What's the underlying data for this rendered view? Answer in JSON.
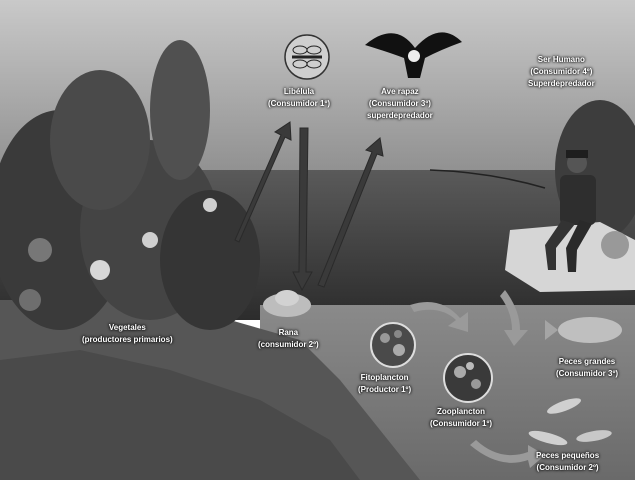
{
  "nodes": {
    "libelula": {
      "name": "Libélula",
      "role": "(Consumidor 1º)"
    },
    "ave_rapaz": {
      "name": "Ave rapaz",
      "role": "(Consumidor 3º)",
      "extra": "superdepredador"
    },
    "ser_humano": {
      "name": "Ser Humano",
      "role": "(Consumidor 4º)",
      "extra": "Superdepredador"
    },
    "vegetales": {
      "name": "Vegetales",
      "role": "(productores primarios)"
    },
    "rana": {
      "name": "Rana",
      "role": "(consumidor 2º)"
    },
    "fitoplancton": {
      "name": "Fitoplancton",
      "role": "(Productor 1º)"
    },
    "zooplancton": {
      "name": "Zooplancton",
      "role": "(Consumidor 1º)"
    },
    "peces_grandes": {
      "name": "Peces grandes",
      "role": "(Consumidor 3º)"
    },
    "peces_pequenos": {
      "name": "Peces pequeños",
      "role": "(Consumidor 2º)"
    }
  },
  "colors": {
    "sky": "#9a9a9a",
    "sea": "#3e3e3e",
    "ground": "#5a5a5a",
    "arrow": "#3a3a3a",
    "text": "#ffffff"
  }
}
